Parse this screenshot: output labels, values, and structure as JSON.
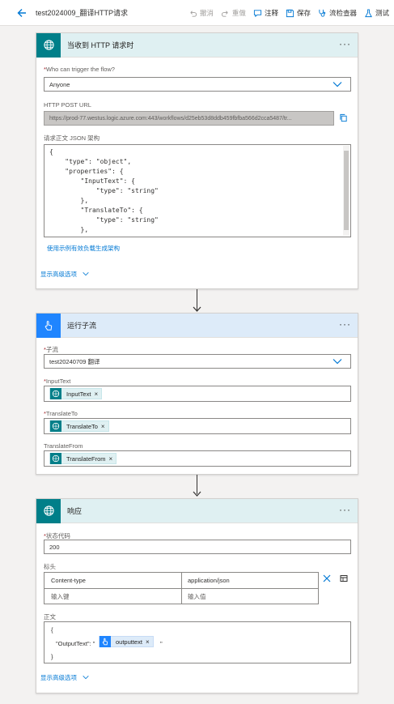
{
  "header": {
    "flow_name": "test2024009_翻译HTTP请求",
    "toolbar": {
      "undo": "撤消",
      "redo": "重做",
      "comment": "注释",
      "save": "保存",
      "checker": "流检查器",
      "test": "测试"
    }
  },
  "trigger": {
    "title": "当收到 HTTP 请求时",
    "who_label": "Who can trigger the flow?",
    "who_value": "Anyone",
    "url_label": "HTTP POST URL",
    "url_value": "https://prod-77.westus.logic.azure.com:443/workflows/d25eb53d8ddb459fbfba566d2cca5487/tr...",
    "schema_label": "请求正文 JSON 架构",
    "schema_lines": [
      "{",
      "    \"type\": \"object\",",
      "    \"properties\": {",
      "        \"InputText\": {",
      "            \"type\": \"string\"",
      "        },",
      "        \"TranslateTo\": {",
      "            \"type\": \"string\"",
      "        },"
    ],
    "sample_link": "使用示例有效负载生成架构",
    "advanced_link": "显示高级选项"
  },
  "child_flow": {
    "title": "运行子流",
    "child_label": "子流",
    "child_value": "test20240709 翻译",
    "inputtext_label": "InputText",
    "inputtext_token": "InputText",
    "translateto_label": "TranslateTo",
    "translateto_token": "TranslateTo",
    "translatefrom_label": "TranslateFrom",
    "translatefrom_token": "TranslateFrom"
  },
  "response": {
    "title": "响应",
    "status_label": "状态代码",
    "status_value": "200",
    "headers_label": "标头",
    "header_key": "Content-type",
    "header_value": "application/json",
    "key_placeholder": "输入键",
    "value_placeholder": "输入值",
    "body_label": "正文",
    "body_open": "{",
    "body_key": "\"OutputText\": \"",
    "body_token": "outputtext",
    "body_quote": "\"",
    "body_close": "}",
    "advanced_link": "显示高级选项"
  },
  "colors": {
    "accent": "#0078d4",
    "trigger_teal": "#007f89",
    "child_blue": "#1f85ff"
  }
}
